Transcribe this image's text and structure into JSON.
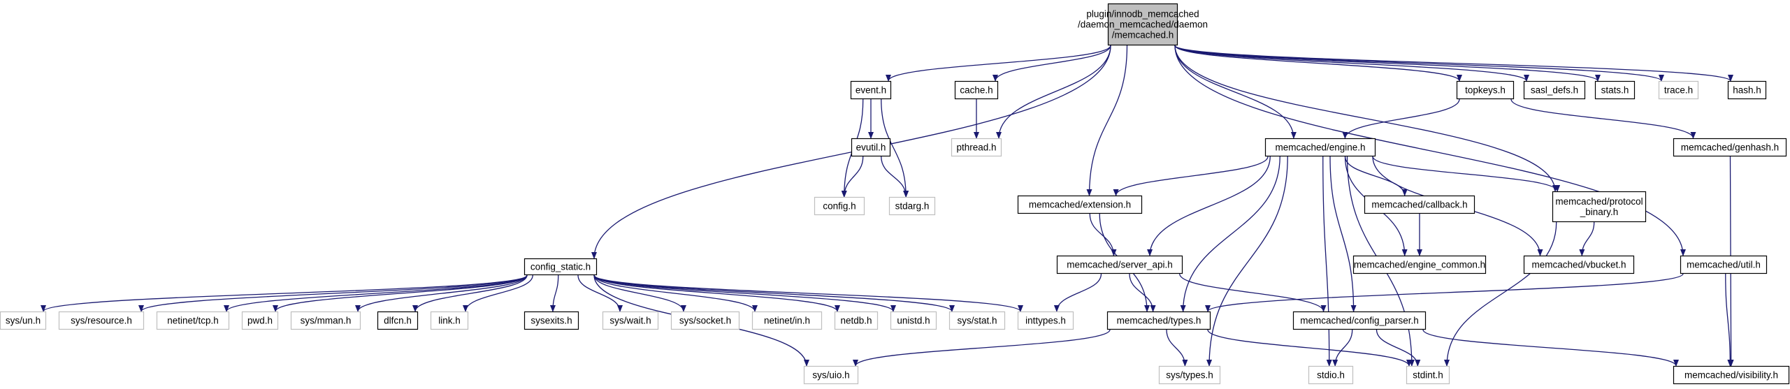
{
  "colors": {
    "edge": "#191970",
    "root_fill": "#bfbfbf",
    "root_stroke": "#000000",
    "documented_stroke": "#000000",
    "undocumented_stroke": "#bfbfbf",
    "node_fill": "#ffffff"
  },
  "nodes": [
    {
      "id": "root",
      "lines": [
        "plugin/innodb_memcached",
        "/daemon_memcached/daemon",
        "/memcached.h"
      ],
      "style": "root"
    },
    {
      "id": "event",
      "lines": [
        "event.h"
      ],
      "style": "documented"
    },
    {
      "id": "cache",
      "lines": [
        "cache.h"
      ],
      "style": "documented"
    },
    {
      "id": "topkeys",
      "lines": [
        "topkeys.h"
      ],
      "style": "documented"
    },
    {
      "id": "sasl",
      "lines": [
        "sasl_defs.h"
      ],
      "style": "documented"
    },
    {
      "id": "stats",
      "lines": [
        "stats.h"
      ],
      "style": "documented"
    },
    {
      "id": "trace",
      "lines": [
        "trace.h"
      ],
      "style": "undocumented"
    },
    {
      "id": "hash",
      "lines": [
        "hash.h"
      ],
      "style": "documented"
    },
    {
      "id": "evutil",
      "lines": [
        "evutil.h"
      ],
      "style": "documented"
    },
    {
      "id": "pthread",
      "lines": [
        "pthread.h"
      ],
      "style": "undocumented"
    },
    {
      "id": "engine",
      "lines": [
        "memcached/engine.h"
      ],
      "style": "documented"
    },
    {
      "id": "genhash",
      "lines": [
        "memcached/genhash.h"
      ],
      "style": "documented"
    },
    {
      "id": "config",
      "lines": [
        "config.h"
      ],
      "style": "undocumented"
    },
    {
      "id": "stdarg",
      "lines": [
        "stdarg.h"
      ],
      "style": "undocumented"
    },
    {
      "id": "extension",
      "lines": [
        "memcached/extension.h"
      ],
      "style": "documented"
    },
    {
      "id": "callback",
      "lines": [
        "memcached/callback.h"
      ],
      "style": "documented"
    },
    {
      "id": "protocol",
      "lines": [
        "memcached/protocol",
        "_binary.h"
      ],
      "style": "documented"
    },
    {
      "id": "config_static",
      "lines": [
        "config_static.h"
      ],
      "style": "documented"
    },
    {
      "id": "server_api",
      "lines": [
        "memcached/server_api.h"
      ],
      "style": "documented"
    },
    {
      "id": "engine_common",
      "lines": [
        "memcached/engine_common.h"
      ],
      "style": "documented"
    },
    {
      "id": "vbucket",
      "lines": [
        "memcached/vbucket.h"
      ],
      "style": "documented"
    },
    {
      "id": "util",
      "lines": [
        "memcached/util.h"
      ],
      "style": "documented"
    },
    {
      "id": "sys_un",
      "lines": [
        "sys/un.h"
      ],
      "style": "undocumented"
    },
    {
      "id": "sys_resource",
      "lines": [
        "sys/resource.h"
      ],
      "style": "undocumented"
    },
    {
      "id": "netinet_tcp",
      "lines": [
        "netinet/tcp.h"
      ],
      "style": "undocumented"
    },
    {
      "id": "pwd",
      "lines": [
        "pwd.h"
      ],
      "style": "undocumented"
    },
    {
      "id": "sys_mman",
      "lines": [
        "sys/mman.h"
      ],
      "style": "undocumented"
    },
    {
      "id": "dlfcn",
      "lines": [
        "dlfcn.h"
      ],
      "style": "documented"
    },
    {
      "id": "link",
      "lines": [
        "link.h"
      ],
      "style": "undocumented"
    },
    {
      "id": "sysexits",
      "lines": [
        "sysexits.h"
      ],
      "style": "documented"
    },
    {
      "id": "sys_wait",
      "lines": [
        "sys/wait.h"
      ],
      "style": "undocumented"
    },
    {
      "id": "sys_socket",
      "lines": [
        "sys/socket.h"
      ],
      "style": "undocumented"
    },
    {
      "id": "netinet_in",
      "lines": [
        "netinet/in.h"
      ],
      "style": "undocumented"
    },
    {
      "id": "netdb",
      "lines": [
        "netdb.h"
      ],
      "style": "undocumented"
    },
    {
      "id": "unistd",
      "lines": [
        "unistd.h"
      ],
      "style": "undocumented"
    },
    {
      "id": "sys_stat",
      "lines": [
        "sys/stat.h"
      ],
      "style": "undocumented"
    },
    {
      "id": "inttypes",
      "lines": [
        "inttypes.h"
      ],
      "style": "undocumented"
    },
    {
      "id": "types",
      "lines": [
        "memcached/types.h"
      ],
      "style": "documented"
    },
    {
      "id": "config_parser",
      "lines": [
        "memcached/config_parser.h"
      ],
      "style": "documented"
    },
    {
      "id": "sys_uio",
      "lines": [
        "sys/uio.h"
      ],
      "style": "undocumented"
    },
    {
      "id": "sys_types",
      "lines": [
        "sys/types.h"
      ],
      "style": "undocumented"
    },
    {
      "id": "stdio",
      "lines": [
        "stdio.h"
      ],
      "style": "undocumented"
    },
    {
      "id": "stdint",
      "lines": [
        "stdint.h"
      ],
      "style": "undocumented"
    },
    {
      "id": "visibility",
      "lines": [
        "memcached/visibility.h"
      ],
      "style": "documented"
    }
  ],
  "edges": [
    [
      "root",
      "event"
    ],
    [
      "root",
      "pthread"
    ],
    [
      "root",
      "cache"
    ],
    [
      "root",
      "config_static"
    ],
    [
      "root",
      "extension"
    ],
    [
      "root",
      "engine"
    ],
    [
      "root",
      "protocol"
    ],
    [
      "root",
      "topkeys"
    ],
    [
      "root",
      "sasl"
    ],
    [
      "root",
      "stats"
    ],
    [
      "root",
      "trace"
    ],
    [
      "root",
      "hash"
    ],
    [
      "root",
      "util"
    ],
    [
      "event",
      "evutil"
    ],
    [
      "event",
      "config"
    ],
    [
      "event",
      "stdarg"
    ],
    [
      "evutil",
      "config"
    ],
    [
      "evutil",
      "stdarg"
    ],
    [
      "cache",
      "pthread"
    ],
    [
      "topkeys",
      "engine"
    ],
    [
      "topkeys",
      "genhash"
    ],
    [
      "genhash",
      "visibility"
    ],
    [
      "engine",
      "extension"
    ],
    [
      "engine",
      "server_api"
    ],
    [
      "engine",
      "types"
    ],
    [
      "engine",
      "sys_types"
    ],
    [
      "engine",
      "stdio"
    ],
    [
      "engine",
      "config_parser"
    ],
    [
      "engine",
      "engine_common"
    ],
    [
      "engine",
      "callback"
    ],
    [
      "engine",
      "vbucket"
    ],
    [
      "engine",
      "protocol"
    ],
    [
      "engine",
      "stdint"
    ],
    [
      "extension",
      "server_api"
    ],
    [
      "extension",
      "types"
    ],
    [
      "callback",
      "engine_common"
    ],
    [
      "protocol",
      "vbucket"
    ],
    [
      "protocol",
      "stdint"
    ],
    [
      "server_api",
      "inttypes"
    ],
    [
      "server_api",
      "types"
    ],
    [
      "server_api",
      "config_parser"
    ],
    [
      "util",
      "types"
    ],
    [
      "util",
      "visibility"
    ],
    [
      "config_static",
      "sys_un"
    ],
    [
      "config_static",
      "sys_resource"
    ],
    [
      "config_static",
      "netinet_tcp"
    ],
    [
      "config_static",
      "pwd"
    ],
    [
      "config_static",
      "sys_mman"
    ],
    [
      "config_static",
      "dlfcn"
    ],
    [
      "config_static",
      "link"
    ],
    [
      "config_static",
      "sys_uio"
    ],
    [
      "config_static",
      "sysexits"
    ],
    [
      "config_static",
      "sys_wait"
    ],
    [
      "config_static",
      "sys_socket"
    ],
    [
      "config_static",
      "netinet_in"
    ],
    [
      "config_static",
      "netdb"
    ],
    [
      "config_static",
      "unistd"
    ],
    [
      "config_static",
      "sys_stat"
    ],
    [
      "config_static",
      "inttypes"
    ],
    [
      "types",
      "sys_types"
    ],
    [
      "types",
      "sys_uio"
    ],
    [
      "types",
      "stdint"
    ],
    [
      "config_parser",
      "stdio"
    ],
    [
      "config_parser",
      "stdint"
    ],
    [
      "config_parser",
      "visibility"
    ]
  ]
}
